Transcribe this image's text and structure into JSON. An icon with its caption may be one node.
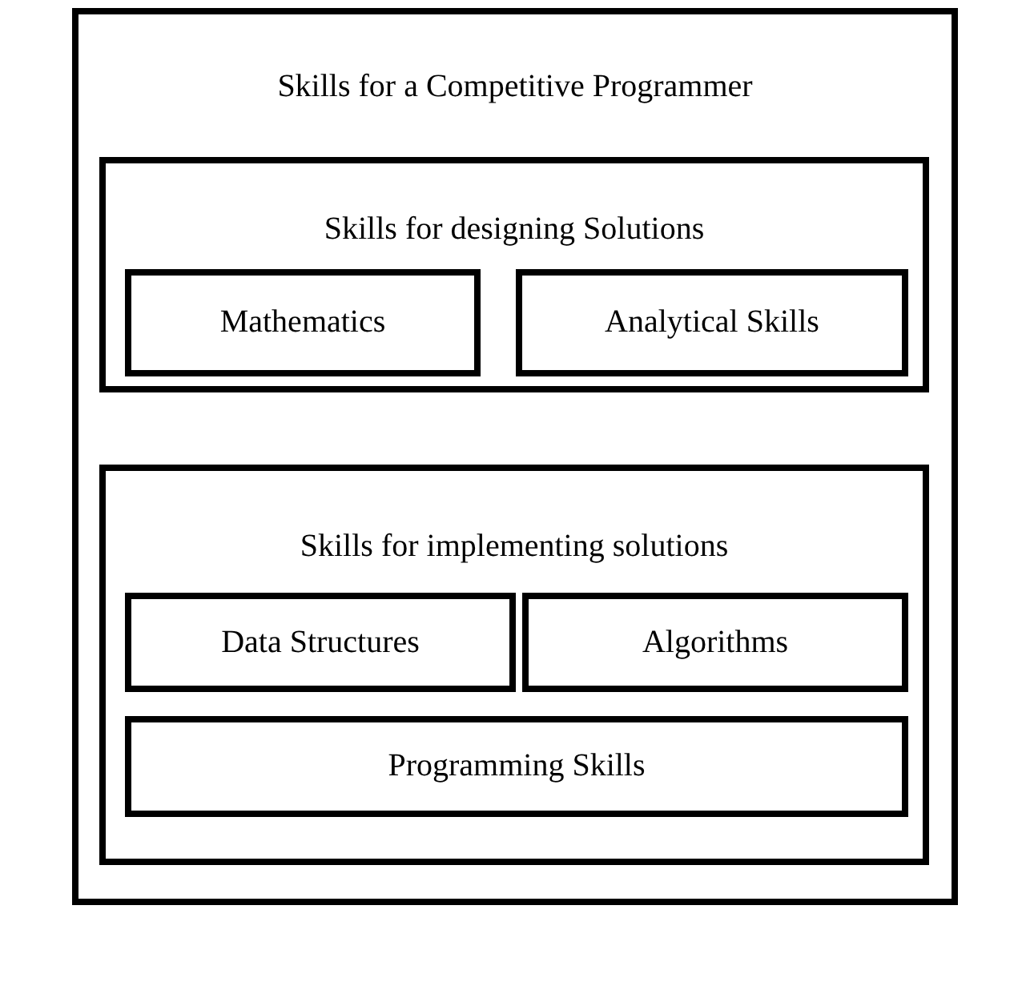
{
  "diagram": {
    "nodes": [
      {
        "text": [
          "Skills for a Competitive Programmer"
        ]
      },
      {
        "text": [
          "Skills for designing Solutions"
        ],
        "in": 0
      },
      {
        "text": [
          "Mathematics"
        ],
        "in": 1
      },
      {
        "text": [
          "Analytical Skills"
        ],
        "in": 1
      },
      {
        "text": [
          "Skills for implementing solutions"
        ],
        "in": 0
      },
      {
        "text": [
          "Data Structures"
        ],
        "in": 4
      },
      {
        "text": [
          "Algorithms"
        ],
        "in": 4
      },
      {
        "text": [
          "Programming Skills"
        ],
        "in": 4
      }
    ]
  }
}
